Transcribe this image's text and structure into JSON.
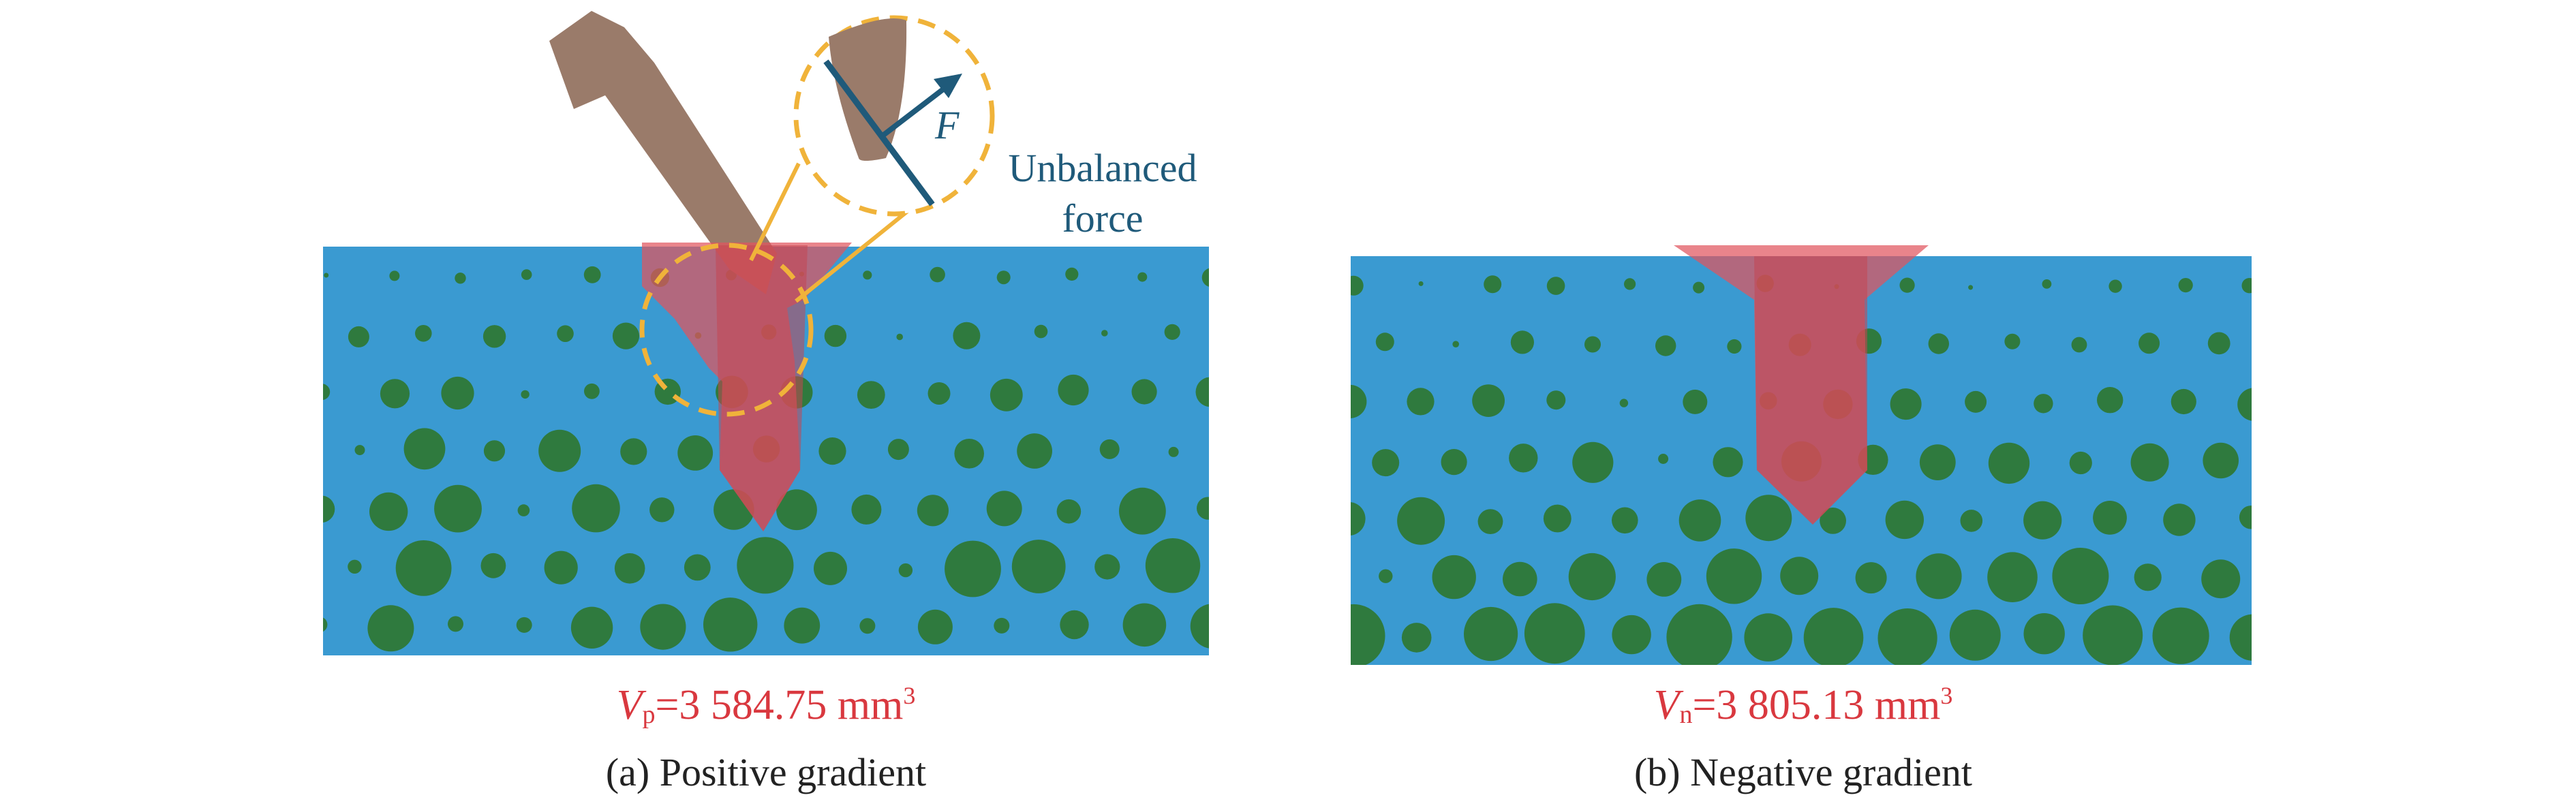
{
  "panel_a": {
    "volume_symbol": "V",
    "volume_subscript": "p",
    "volume_value": "=3 584.75 mm",
    "volume_unit_exponent": "3",
    "caption": "(a) Positive gradient",
    "force_symbol": "F",
    "force_label_line1": "Unbalanced",
    "force_label_line2": "force"
  },
  "panel_b": {
    "volume_symbol": "V",
    "volume_subscript": "n",
    "volume_value": "=3 805.13 mm",
    "volume_unit_exponent": "3",
    "caption": "(b) Negative gradient"
  },
  "colors": {
    "matrix": "#3a9ad1",
    "particle": "#2f7a3e",
    "tool": "#9a7b6a",
    "tool_tip": "#e0545e",
    "highlight": "#f0b33a",
    "force_arrow": "#1f5a7a",
    "volume_text": "#d9383f"
  }
}
